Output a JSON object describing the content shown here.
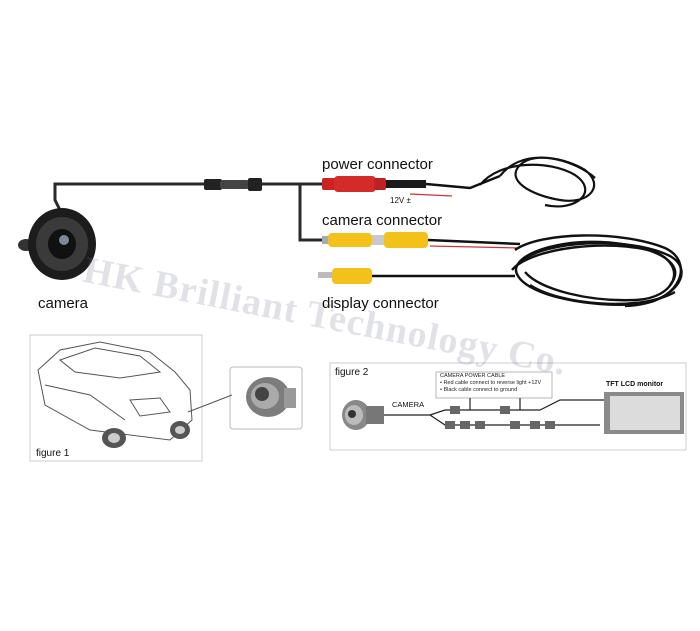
{
  "labels": {
    "power_connector": "power connector",
    "camera_connector": "camera connector",
    "display_connector": "display connector",
    "camera": "camera",
    "voltage": "12V ±"
  },
  "watermark": "HK Brilliant Technology Co.",
  "figure1": {
    "caption": "figure 1"
  },
  "figure2": {
    "caption": "figure 2",
    "camera_label": "CAMERA",
    "power_cable_title": "CAMERA POWER CABLE",
    "power_cable_notes": [
      "• Red cable connect to reverse light +12V",
      "• Black cable connect to ground"
    ],
    "monitor_label": "TFT LCD monitor"
  },
  "colors": {
    "red_plug": "#d42a2a",
    "yellow_plug": "#f2c21a",
    "cable": "#111111",
    "wire_red": "#d63030",
    "watermark": "#8a8aa8"
  }
}
